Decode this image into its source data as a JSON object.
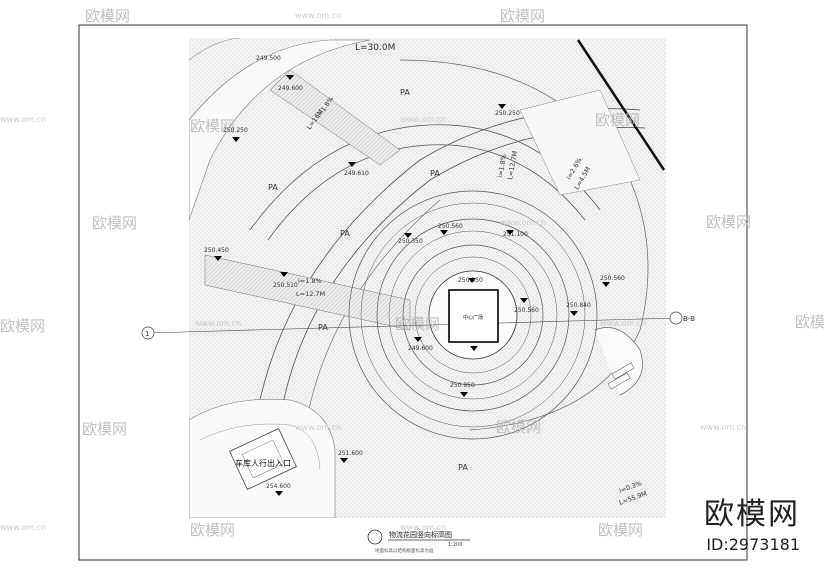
{
  "drawing": {
    "title": "物流花园竖向标高图",
    "scale": "1:200",
    "note": "地面标高以结构板面标高为准",
    "entrance_label": "车库人行出入口",
    "plaza_label": "中心广场",
    "length_top": "L=30.0M",
    "axis_left": "1",
    "axis_right": "B-B",
    "zones": [
      "PA",
      "PA",
      "PA",
      "PA",
      "PA",
      "PA"
    ],
    "slopes": [
      {
        "i": "i=1.8%",
        "l": "L=16M"
      },
      {
        "i": "i=1.8%",
        "l": "L=12.7M"
      },
      {
        "i": "i=1.8%",
        "l": "L=12.7M"
      },
      {
        "i": "i=2.6%",
        "l": "L=4.5M"
      },
      {
        "i": "i=0.3%",
        "l": "L=55.9M"
      }
    ],
    "elevations": [
      "249.500",
      "249.600",
      "250.250",
      "249.610",
      "250.250",
      "250.450",
      "250.510",
      "250.350",
      "250.560",
      "251.100",
      "250.350",
      "250.560",
      "250.840",
      "250.560",
      "249.600",
      "250.950",
      "251.600",
      "254.600"
    ]
  },
  "watermark": {
    "brand_cn": "欧模网",
    "site": "www.om.cn"
  },
  "brand": {
    "name": "欧模网",
    "id": "ID:2973181"
  }
}
